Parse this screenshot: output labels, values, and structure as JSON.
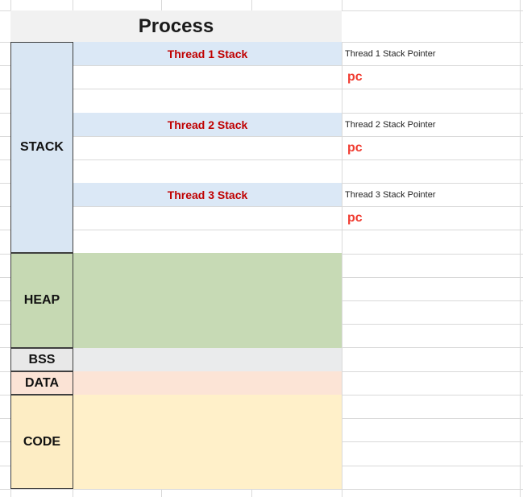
{
  "header": {
    "title": "Process"
  },
  "memory_map": {
    "segments": [
      {
        "label": "STACK",
        "box_fill": "#d9e6f3",
        "region_fill": null
      },
      {
        "label": "HEAP",
        "box_fill": "#c6d9b3",
        "region_fill": "#c7dab5"
      },
      {
        "label": "BSS",
        "box_fill": "#e8e8e8",
        "region_fill": "#eaebec"
      },
      {
        "label": "DATA",
        "box_fill": "#fbe3d5",
        "region_fill": "#fce4d6"
      },
      {
        "label": "CODE",
        "box_fill": "#fdedc4",
        "region_fill": "#fff0c9"
      }
    ]
  },
  "threads": [
    {
      "bar_label": "Thread 1 Stack",
      "pointer_label": "Thread 1 Stack Pointer",
      "pc_label": "pc"
    },
    {
      "bar_label": "Thread 2 Stack",
      "pointer_label": "Thread 2 Stack Pointer",
      "pc_label": "pc"
    },
    {
      "bar_label": "Thread 3 Stack",
      "pointer_label": "Thread 3 Stack Pointer",
      "pc_label": "pc"
    }
  ],
  "colors": {
    "header_fill": "#f1f1f1",
    "thread_bar_fill": "#dbe8f6",
    "thread_bar_text": "#c00000",
    "pc_text": "#f03b30",
    "pointer_text": "#1f1f1f",
    "gridline": "#d9d9d9",
    "box_border": "#3f3f3f"
  }
}
